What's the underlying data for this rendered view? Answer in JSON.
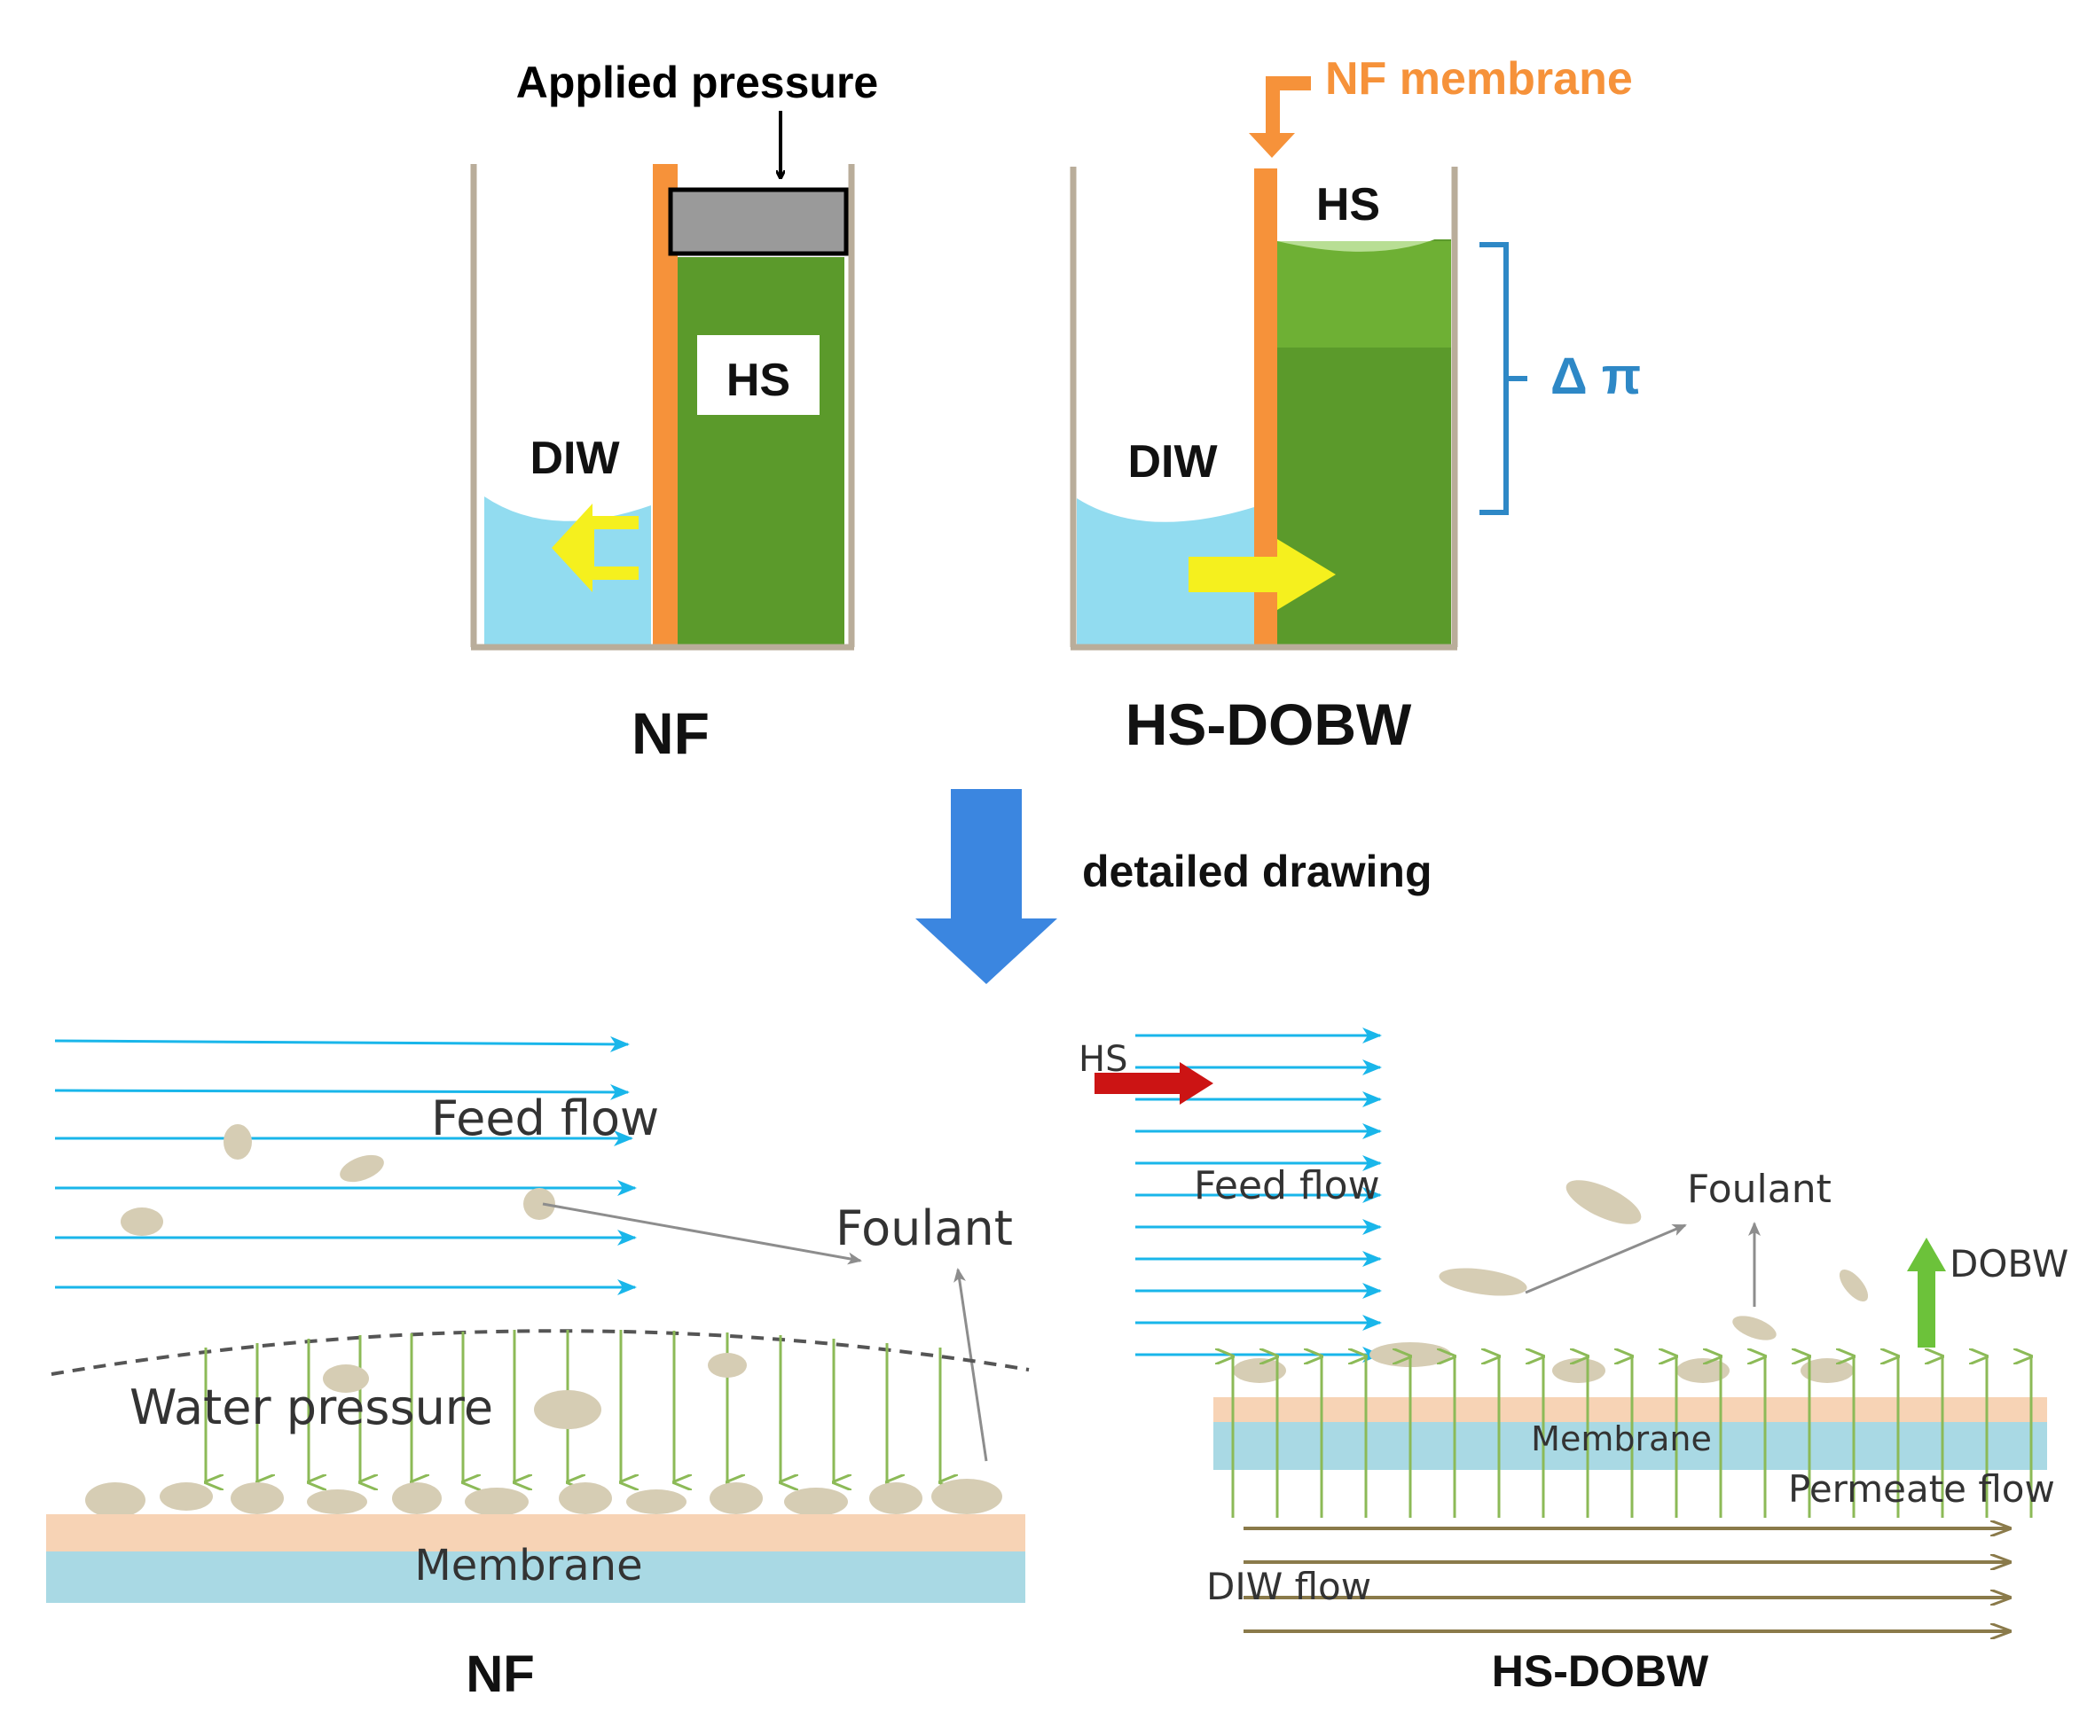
{
  "top": {
    "applied_pressure": "Applied pressure",
    "nf_membrane": "NF membrane",
    "left": {
      "diw": "DIW",
      "hs": "HS",
      "caption": "NF"
    },
    "right": {
      "diw": "DIW",
      "hs": "HS",
      "delta_pi": "Δ π",
      "caption": "HS-DOBW"
    }
  },
  "transition": {
    "label": "detailed drawing"
  },
  "bottom": {
    "left": {
      "feed_flow": "Feed flow",
      "foulant": "Foulant",
      "water_pressure": "Water pressure",
      "membrane": "Membrane",
      "caption": "NF"
    },
    "right": {
      "hs": "HS",
      "feed_flow": "Feed flow",
      "foulant": "Foulant",
      "dobw": "DOBW",
      "membrane": "Membrane",
      "permeate_flow": "Permeate flow",
      "diw_flow": "DIW flow",
      "caption": "HS-DOBW"
    }
  },
  "colors": {
    "membrane_orange": "#f6923a",
    "hs_green": "#5b9a2b",
    "diw_blue": "#92dcf0",
    "yellow_arrow": "#f5f01e",
    "delta_blue": "#2e88c6",
    "down_arrow_blue": "#3b86e0",
    "feed_cyan": "#19b6ea",
    "pressure_green": "#8cba57",
    "foulant_tan": "#d6cdb4",
    "membrane_peach": "#f7d3b5",
    "membrane_blue": "#a9d9e4",
    "diw_flow_olive": "#8a7a4a",
    "hs_red": "#cc1414",
    "dobw_green": "#6cc23a"
  }
}
